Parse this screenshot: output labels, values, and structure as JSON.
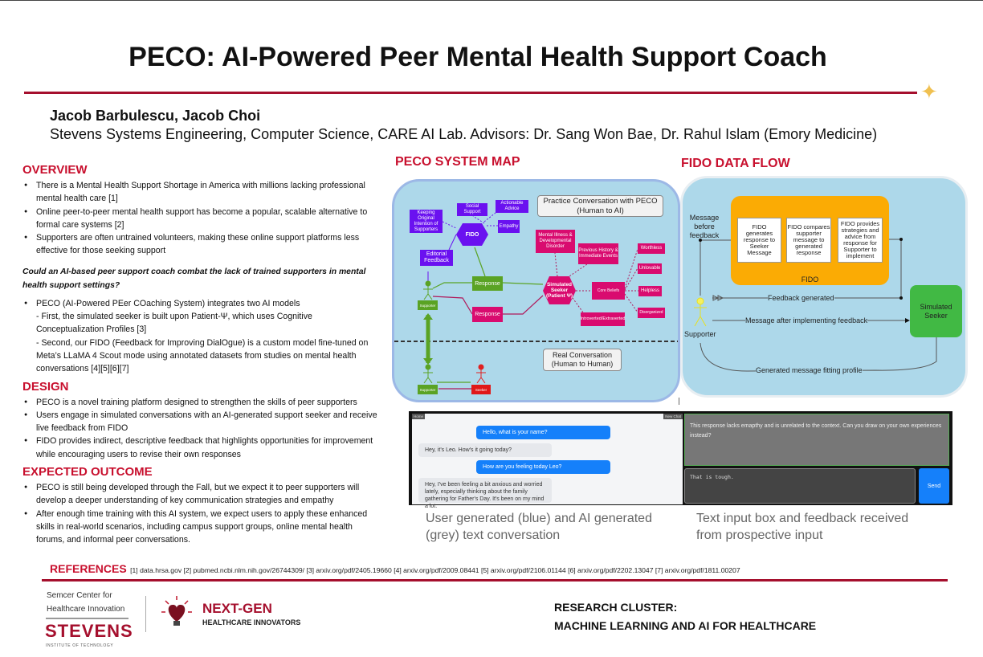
{
  "title": "PECO: AI-Powered Peer Mental Health Support Coach",
  "authors": "Jacob Barbulescu, Jacob Choi",
  "affiliation": "Stevens Systems Engineering, Computer Science, CARE AI Lab.  Advisors: Dr. Sang Won Bae, Dr. Rahul Islam (Emory Medicine)",
  "overview": {
    "heading": "OVERVIEW",
    "bullets": [
      "There is a Mental Health Support Shortage in America with millions lacking professional mental health care [1]",
      "Online peer-to-peer mental health support has become a popular, scalable alternative to formal care systems [2]",
      "Supporters are often untrained volunteers, making these online support platforms less effective for those seeking support"
    ],
    "question": "Could an AI-based peer support coach combat the lack of trained supporters in mental health support settings?",
    "peco_bullet": "PECO (AI-Powered PEer COaching System) integrates two AI models",
    "sub1": "- First, the simulated seeker is built upon Patient-Ψ, which uses Cognitive Conceptualization Profiles [3]",
    "sub2": "- Second, our FIDO (Feedback for Improving DialOgue) is a custom model fine-tuned on Meta’s LLaMA 4 Scout mode using annotated datasets from studies on mental health conversations [4][5][6][7]"
  },
  "design": {
    "heading": "DESIGN",
    "bullets": [
      "PECO is a novel training platform designed to strengthen the skills of peer supporters",
      "Users engage in simulated conversations with an AI-generated support seeker and receive live feedback from FIDO",
      "FIDO provides indirect, descriptive feedback that highlights opportunities for improvement while encouraging users to revise their own responses"
    ]
  },
  "outcome": {
    "heading": "EXPECTED OUTCOME",
    "bullets": [
      "PECO is still being developed through the Fall, but we expect it to peer supporters will develop a deeper understanding of key communication strategies and empathy",
      "After enough time training with this AI system, we expect users to apply these enhanced skills in real-world scenarios, including campus support groups, online mental health forums, and informal peer conversations."
    ]
  },
  "system_map": {
    "heading": "PECO SYSTEM MAP",
    "practice_label": "Practice Conversation with PECO (Human to AI)",
    "real_label": "Real Conversation (Human to Human)",
    "fido": "FIDO",
    "keeping": "Keeping Original Intention of Supporters",
    "social": "Social Support",
    "actionable": "Actionable Advice",
    "empathy": "Empathy",
    "editorial": "Editorial Feedback",
    "response": "Response",
    "seeker": "Simulated Seeker (Patient Ψ)",
    "mental": "Mental Illness & Developmental Disorder",
    "history": "Previous History & Immediate Events",
    "core": "Core Beliefs",
    "worthless": "Worthless",
    "unlovable": "Unlovable",
    "helpless": "Helpless",
    "disorganized": "Disorganized",
    "introverted": "Introverted/Extraverted",
    "supporter": "Supporter",
    "seeker_real": "Seeker"
  },
  "data_flow": {
    "heading": "FIDO DATA FLOW",
    "before": "Message before feedback",
    "box1": "FIDO generates response to Seeker Message",
    "box2": "FIDO compares supporter message to generated response",
    "box3": "FIDO provides strategies and advice from response for Supporter to implement",
    "fido": "FIDO",
    "feedback": "Feedback generated",
    "after": "Message after implementing feedback",
    "generated": "Generated message fitting profile",
    "supporter": "Supporter",
    "seeker": "Simulated Seeker"
  },
  "chat": {
    "home": "Home",
    "new_chat": "New Chat",
    "messages": [
      {
        "from": "user",
        "text": "Hello, what is your name?"
      },
      {
        "from": "ai",
        "text": "Hey, it's Leo. How's it going today?"
      },
      {
        "from": "user",
        "text": "How are you feeling today Leo?"
      },
      {
        "from": "ai",
        "text": "Hey, I've been feeling a bit anxious and worried lately, especially thinking about the family gathering for Father's Day. It's been on my mind a lot."
      }
    ],
    "caption": "User generated (blue) and AI generated (grey) text conversation"
  },
  "feedback_ui": {
    "feedback": "This response lacks emapthy and is unrelated to the context. Can you draw on your own experiences instead?",
    "input_value": "That is tough.",
    "send": "Send",
    "caption": "Text input box and feedback received from prospective input"
  },
  "references": {
    "heading": "REFERENCES",
    "text": "[1] data.hrsa.gov [2] pubmed.ncbi.nlm.nih.gov/26744309/ [3] arxiv.org/pdf/2405.19660 [4] arxiv.org/pdf/2009.08441 [5] arxiv.org/pdf/2106.01144 [6] arxiv.org/pdf/2202.13047 [7] arxiv.org/pdf/1811.00207"
  },
  "footer": {
    "semcer": "Semcer Center for Healthcare Innovation",
    "stevens": "STEVENS",
    "stevens_sub": "INSTITUTE OF TECHNOLOGY",
    "nextgen": "NEXT-GEN",
    "nextgen_sub": "HEALTHCARE INNOVATORS",
    "cluster1": "RESEARCH CLUSTER:",
    "cluster2": "MACHINE LEARNING AND AI FOR HEALTHCARE"
  },
  "colors": {
    "accent": "#c8102e",
    "rule": "#a50f2d",
    "diagram_bg": "#add8ea"
  }
}
